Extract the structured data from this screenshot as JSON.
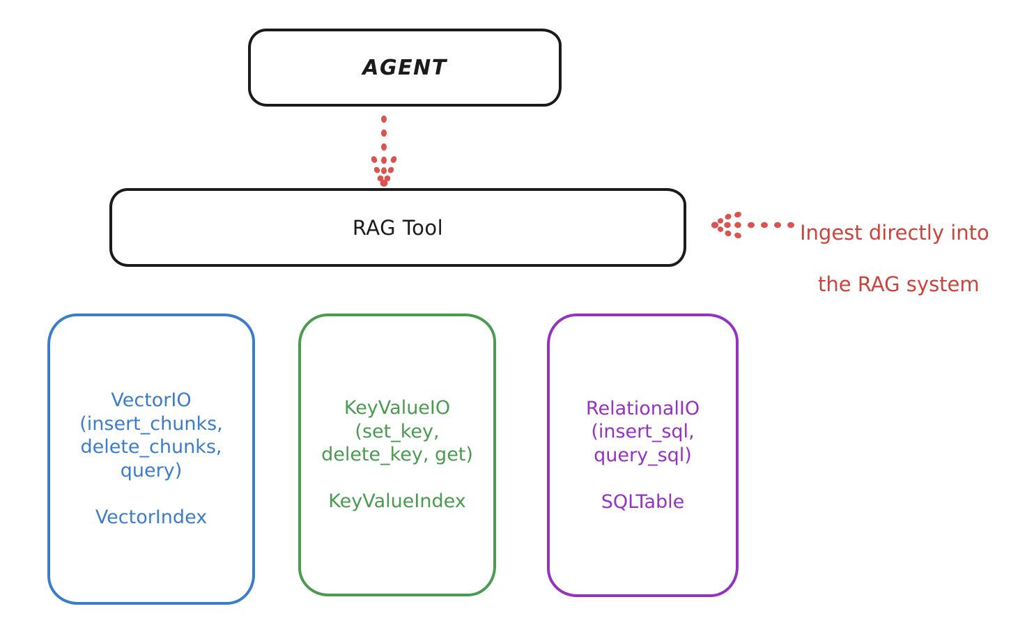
{
  "diagram": {
    "title_node": {
      "label": "AGENT"
    },
    "tool_node": {
      "label": "RAG Tool"
    },
    "annotation": {
      "line1": "Ingest directly into",
      "line2": "the RAG system",
      "color": "#c8443c"
    },
    "arrows": {
      "agent_to_rag": "dotted-arrow-down",
      "annotation_to_rag": "dotted-arrow-left"
    },
    "providers": [
      {
        "id": "vector",
        "color": "#3d7cc9",
        "api_lines": [
          "VectorIO",
          "(insert_chunks,",
          "delete_chunks,",
          "query)"
        ],
        "index_lines": [
          "VectorIndex"
        ]
      },
      {
        "id": "keyvalue",
        "color": "#4c9a51",
        "api_lines": [
          "KeyValueIO",
          "(set_key,",
          "delete_key, get)"
        ],
        "index_lines": [
          "KeyValueIndex"
        ]
      },
      {
        "id": "relational",
        "color": "#9333bf",
        "api_lines": [
          "RelationalIO",
          "(insert_sql,",
          "query_sql)"
        ],
        "index_lines": [
          "SQLTable"
        ]
      }
    ]
  }
}
